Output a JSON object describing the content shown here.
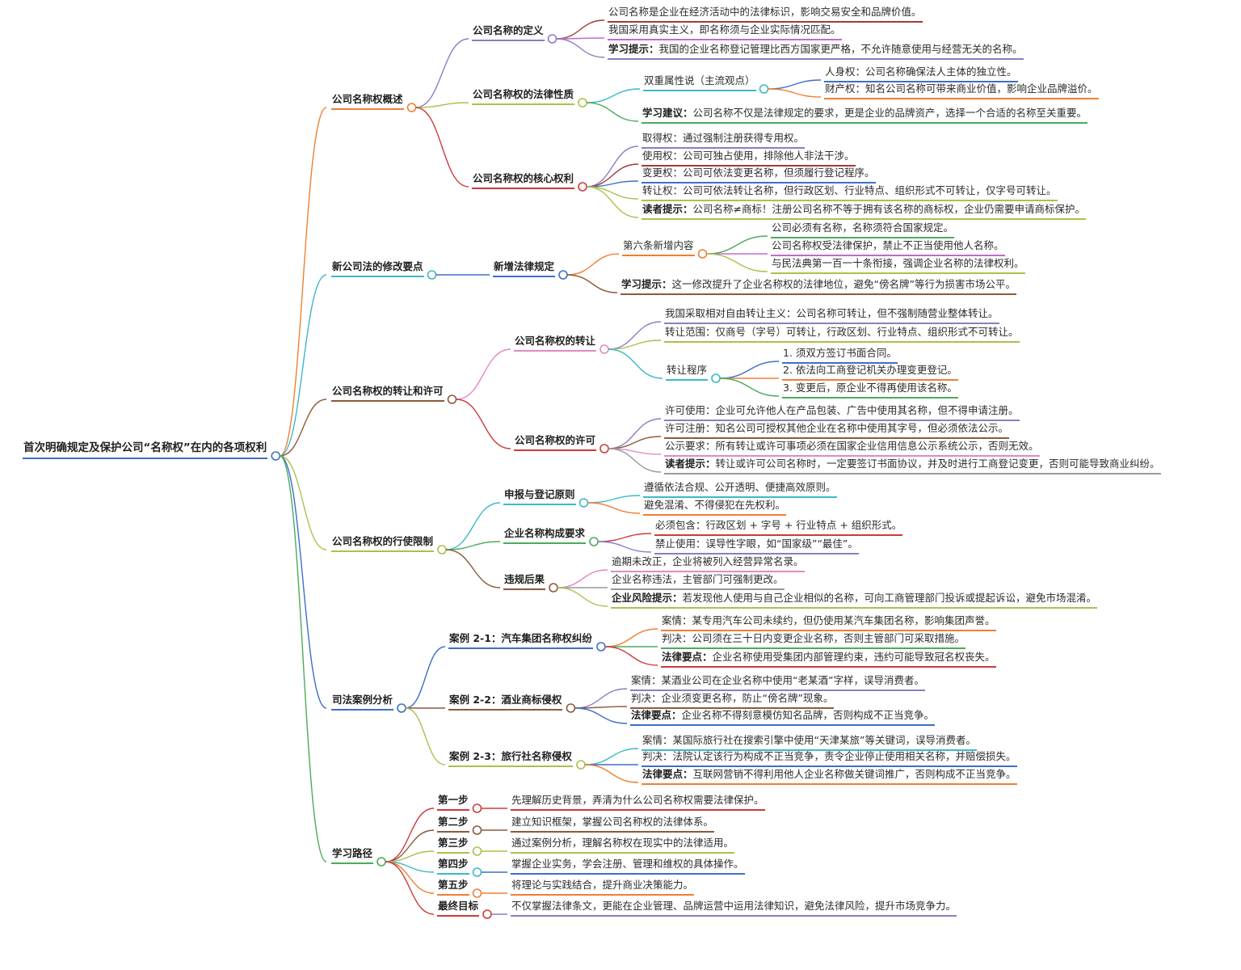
{
  "root": {
    "text": "首次明确规定及保护公司“名称权”在内的各项权利",
    "children": [
      {
        "text": "公司名称权概述",
        "color": "#f07f33",
        "children": [
          {
            "text": "公司名称的定义",
            "color": "#8e7cc3",
            "children": [
              {
                "text": "公司名称是企业在经济活动中的法律标识，影响交易安全和品牌价值。",
                "color": "#a03b3b"
              },
              {
                "text": "我国采用真实主义，即名称须与企业实际情况匹配。",
                "color": "#c06ad0"
              },
              {
                "bold": "学习提示：",
                "text": "我国的企业名称登记管理比西方国家更严格，不允许随意使用与经营无关的名称。",
                "color": "#8e7cc3"
              }
            ]
          },
          {
            "text": "公司名称权的法律性质",
            "color": "#a9c24b",
            "children": [
              {
                "text": "双重属性说（主流观点）",
                "color": "#3db8c8",
                "children": [
                  {
                    "text": "人身权：公司名称确保法人主体的独立性。",
                    "color": "#3d6fc7"
                  },
                  {
                    "text": "财产权：知名公司名称可带来商业价值，影响企业品牌溢价。",
                    "color": "#f07f33"
                  }
                ]
              },
              {
                "bold": "学习建议：",
                "text": "公司名称不仅是法律规定的要求，更是企业的品牌资产，选择一个合适的名称至关重要。",
                "color": "#4caa5c"
              }
            ]
          },
          {
            "text": "公司名称权的核心权利",
            "color": "#cc3b3b",
            "children": [
              {
                "text": "取得权：通过强制注册获得专用权。",
                "color": "#8e7cc3"
              },
              {
                "text": "使用权：公司可独占使用，排除他人非法干涉。",
                "color": "#a03b3b"
              },
              {
                "text": "变更权：公司可依法变更名称，但须履行登记程序。",
                "color": "#3d6fc7"
              },
              {
                "text": "转让权：公司可依法转让名称，但行政区划、行业特点、组织形式不可转让，仅字号可转让。",
                "color": "#a9c24b"
              },
              {
                "bold": "读者提示：",
                "text": "公司名称≠商标！注册公司名称不等于拥有该名称的商标权，企业仍需要申请商标保护。",
                "color": "#a9c24b"
              }
            ]
          }
        ]
      },
      {
        "text": "新公司法的修改要点",
        "color": "#3db8c8",
        "children": [
          {
            "text": "新增法律规定",
            "color": "#3d6fc7",
            "children": [
              {
                "text": "第六条新增内容",
                "color": "#f07f33",
                "children": [
                  {
                    "text": "公司必须有名称，名称须符合国家规定。",
                    "color": "#4caa5c"
                  },
                  {
                    "text": "公司名称权受法律保护，禁止不正当使用他人名称。",
                    "color": "#c06ad0"
                  },
                  {
                    "text": "与民法典第一百一十条衔接，强调企业名称的法律权利。",
                    "color": "#a9c24b"
                  }
                ]
              },
              {
                "bold": "学习提示：",
                "text": "这一修改提升了企业名称权的法律地位，避免“傍名牌”等行为损害市场公平。",
                "color": "#8c5a3c"
              }
            ]
          }
        ]
      },
      {
        "text": "公司名称权的转让和许可",
        "color": "#8c5a3c",
        "children": [
          {
            "text": "公司名称权的转让",
            "color": "#e08ac4",
            "children": [
              {
                "text": "我国采取相对自由转让主义：公司名称可转让，但不强制随营业整体转让。",
                "color": "#8e7cc3"
              },
              {
                "text": "转让范围：仅商号（字号）可转让，行政区划、行业特点、组织形式不可转让。",
                "color": "#a9c24b"
              },
              {
                "text": "转让程序",
                "color": "#3db8c8",
                "children": [
                  {
                    "text": "1. 须双方签订书面合同。",
                    "color": "#3d6fc7"
                  },
                  {
                    "text": "2. 依法向工商登记机关办理变更登记。",
                    "color": "#f07f33"
                  },
                  {
                    "text": "3. 变更后，原企业不得再使用该名称。",
                    "color": "#4caa5c"
                  }
                ]
              }
            ]
          },
          {
            "text": "公司名称权的许可",
            "color": "#cc3b3b",
            "children": [
              {
                "text": "许可使用：企业可允许他人在产品包装、广告中使用其名称，但不得申请注册。",
                "color": "#8e7cc3"
              },
              {
                "text": "许可注册：知名公司可授权其他企业在名称中使用其字号，但必须依法公示。",
                "color": "#8c5a3c"
              },
              {
                "text": "公示要求：所有转让或许可事项必须在国家企业信用信息公示系统公示，否则无效。",
                "color": "#e08ac4"
              },
              {
                "bold": "读者提示：",
                "text": "转让或许可公司名称时，一定要签订书面协议，并及时进行工商登记变更，否则可能导致商业纠纷。",
                "color": "#999999"
              }
            ]
          }
        ]
      },
      {
        "text": "公司名称权的行使限制",
        "color": "#a9c24b",
        "children": [
          {
            "text": "申报与登记原则",
            "color": "#3db8c8",
            "children": [
              {
                "text": "遵循依法合规、公开透明、便捷高效原则。",
                "color": "#3db8c8"
              },
              {
                "text": "避免混淆、不得侵犯在先权利。",
                "color": "#f07f33"
              }
            ]
          },
          {
            "text": "企业名称构成要求",
            "color": "#4caa5c",
            "children": [
              {
                "text": "必须包含：行政区划 + 字号 + 行业特点 + 组织形式。",
                "color": "#cc3b3b"
              },
              {
                "text": "禁止使用：误导性字眼，如“国家级”“最佳”。",
                "color": "#8e7cc3"
              }
            ]
          },
          {
            "text": "违规后果",
            "color": "#8c5a3c",
            "children": [
              {
                "text": "逾期未改正，企业将被列入经营异常名录。",
                "color": "#e08ac4"
              },
              {
                "text": "企业名称违法，主管部门可强制更改。",
                "color": "#999999"
              },
              {
                "bold": "企业风险提示：",
                "text": "若发现他人使用与自己企业相似的名称，可向工商管理部门投诉或提起诉讼，避免市场混淆。",
                "color": "#a9c24b"
              }
            ]
          }
        ]
      },
      {
        "text": "司法案例分析",
        "color": "#3d6fc7",
        "children": [
          {
            "text": "案例 2-1：汽车集团名称权纠纷",
            "color": "#3d6fc7",
            "children": [
              {
                "text": "案情：某专用汽车公司未续约，但仍使用某汽车集团名称，影响集团声誉。",
                "color": "#f07f33"
              },
              {
                "text": "判决：公司须在三十日内变更企业名称，否则主管部门可采取措施。",
                "color": "#4caa5c"
              },
              {
                "bold": "法律要点：",
                "text": "企业名称使用受集团内部管理约束，违约可能导致冠名权丧失。",
                "color": "#cc3b3b"
              }
            ]
          },
          {
            "text": "案例 2-2：酒业商标侵权",
            "color": "#8c5a3c",
            "children": [
              {
                "text": "案情：某酒业公司在企业名称中使用“老某酒”字样，误导消费者。",
                "color": "#8e7cc3"
              },
              {
                "text": "判决：企业须变更名称，防止“傍名牌”现象。",
                "color": "#8c5a3c"
              },
              {
                "bold": "法律要点：",
                "text": "企业名称不得刻意模仿知名品牌，否则构成不正当竞争。",
                "color": "#3d6fc7"
              }
            ]
          },
          {
            "text": "案例 2-3：旅行社名称侵权",
            "color": "#a9c24b",
            "children": [
              {
                "text": "案情：某国际旅行社在搜索引擎中使用“天津某旅”等关键词，误导消费者。",
                "color": "#3db8c8"
              },
              {
                "text": "判决：法院认定该行为构成不正当竞争，责令企业停止使用相关名称，并赔偿损失。",
                "color": "#3d6fc7"
              },
              {
                "bold": "法律要点：",
                "text": "互联网营销不得利用他人企业名称做关键词推广，否则构成不正当竞争。",
                "color": "#f07f33"
              }
            ]
          }
        ]
      },
      {
        "text": "学习路径",
        "color": "#4caa5c",
        "children": [
          {
            "text": "第一步",
            "color": "#cc3b3b",
            "children": [
              {
                "text": "先理解历史背景，弄清为什么公司名称权需要法律保护。",
                "color": "#cc3b3b"
              }
            ]
          },
          {
            "text": "第二步",
            "color": "#8c5a3c",
            "children": [
              {
                "text": "建立知识框架，掌握公司名称权的法律体系。",
                "color": "#8c5a3c"
              }
            ]
          },
          {
            "text": "第三步",
            "color": "#a9c24b",
            "children": [
              {
                "text": "通过案例分析，理解名称权在现实中的法律适用。",
                "color": "#a9c24b"
              }
            ]
          },
          {
            "text": "第四步",
            "color": "#3db8c8",
            "children": [
              {
                "text": "掌握企业实务，学会注册、管理和维权的具体操作。",
                "color": "#3d6fc7"
              }
            ]
          },
          {
            "text": "第五步",
            "color": "#f07f33",
            "children": [
              {
                "text": "将理论与实践结合，提升商业决策能力。",
                "color": "#f07f33"
              }
            ]
          },
          {
            "text": "最终目标",
            "color": "#cc3b3b",
            "children": [
              {
                "text": "不仅掌握法律条文，更能在企业管理、品牌运营中运用法律知识，避免法律风险，提升市场竞争力。",
                "color": "#8e7cc3"
              }
            ]
          }
        ]
      }
    ]
  }
}
